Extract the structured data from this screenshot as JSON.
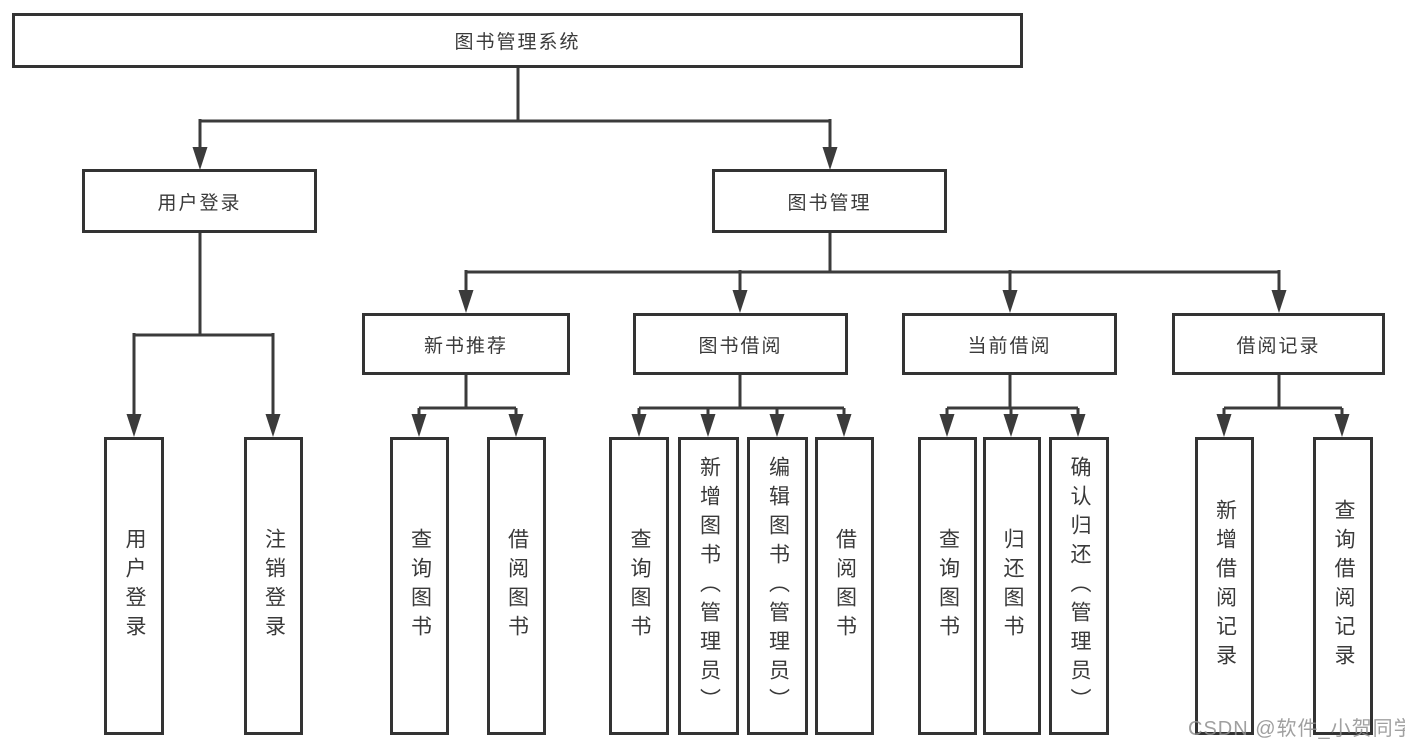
{
  "tree": {
    "label": "图书管理系统",
    "children": [
      {
        "label": "用户登录",
        "children": [
          {
            "label": "用户登录"
          },
          {
            "label": "注销登录"
          }
        ]
      },
      {
        "label": "图书管理",
        "children": [
          {
            "label": "新书推荐",
            "children": [
              {
                "label": "查询图书"
              },
              {
                "label": "借阅图书"
              }
            ]
          },
          {
            "label": "图书借阅",
            "children": [
              {
                "label": "查询图书"
              },
              {
                "label": "新增图书（管理员）"
              },
              {
                "label": "编辑图书（管理员）"
              },
              {
                "label": "借阅图书"
              }
            ]
          },
          {
            "label": "当前借阅",
            "children": [
              {
                "label": "查询图书"
              },
              {
                "label": "归还图书"
              },
              {
                "label": "确认归还（管理员）"
              }
            ]
          },
          {
            "label": "借阅记录",
            "children": [
              {
                "label": "新增借阅记录"
              },
              {
                "label": "查询借阅记录"
              }
            ]
          }
        ]
      }
    ]
  },
  "watermark": {
    "text": "CSDN @软件_小贺同学"
  },
  "colors": {
    "line": "#3b3b3b",
    "border": "#333333",
    "text": "#3a3a3a",
    "watermark": "#909090",
    "background": "#ffffff"
  }
}
